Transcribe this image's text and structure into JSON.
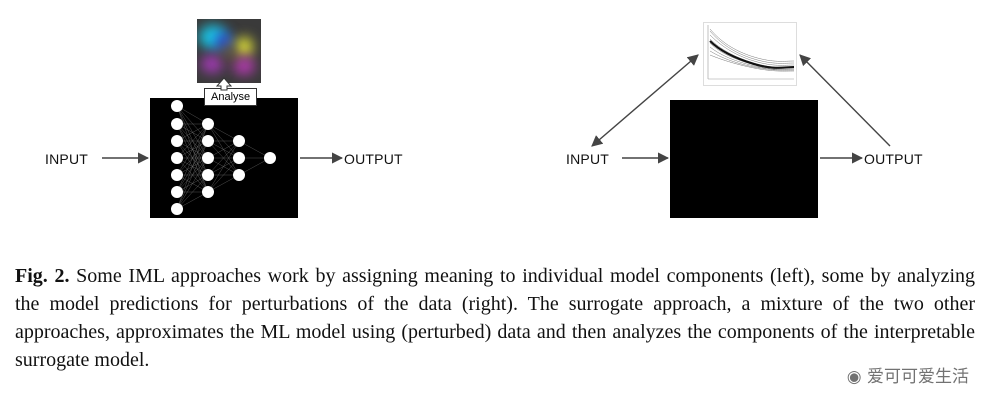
{
  "left_diagram": {
    "input_label": "INPUT",
    "output_label": "OUTPUT",
    "analyse_label": "Analyse"
  },
  "right_diagram": {
    "input_label": "INPUT",
    "output_label": "OUTPUT"
  },
  "caption": {
    "fig_label": "Fig. 2.",
    "text": "Some IML approaches work by assigning meaning to individual model components (left), some by analyzing the model predictions for perturbations of the data (right). The surrogate approach, a mixture of the two other approaches, approximates the ML model using (perturbed) data and then analyzes the components of the interpretable surrogate model."
  },
  "watermark": {
    "text": "爱可可爱生活"
  }
}
